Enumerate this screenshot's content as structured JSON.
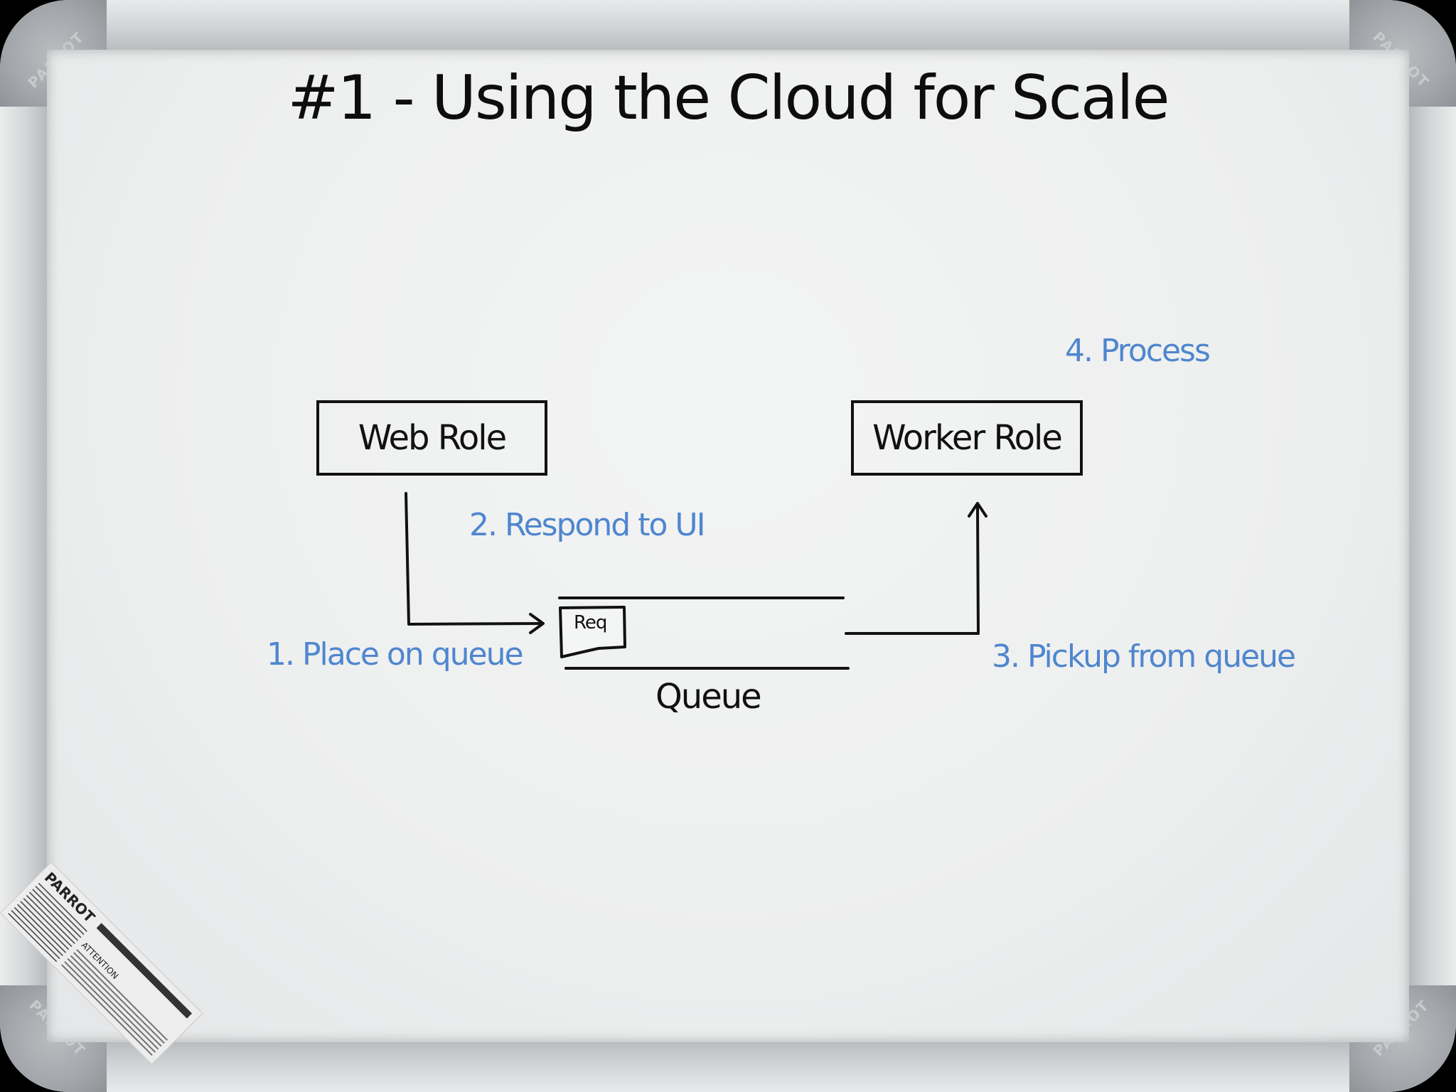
{
  "frame": {
    "brand": "PARROT"
  },
  "diagram": {
    "title": "#1  - Using the Cloud for Scale",
    "nodes": {
      "web_role": "Web Role",
      "worker_role": "Worker Role",
      "queue": "Queue",
      "request": "Req"
    },
    "steps": {
      "step1": "1. Place on queue",
      "step2": "2. Respond to UI",
      "step3": "3. Pickup from queue",
      "step4": "4. Process"
    }
  },
  "sticker": {
    "brand": "PARROT",
    "attention": "ATTENTION"
  },
  "colors": {
    "ink_black": "#111111",
    "ink_blue": "#4f86cf",
    "board": "#eeefef"
  }
}
